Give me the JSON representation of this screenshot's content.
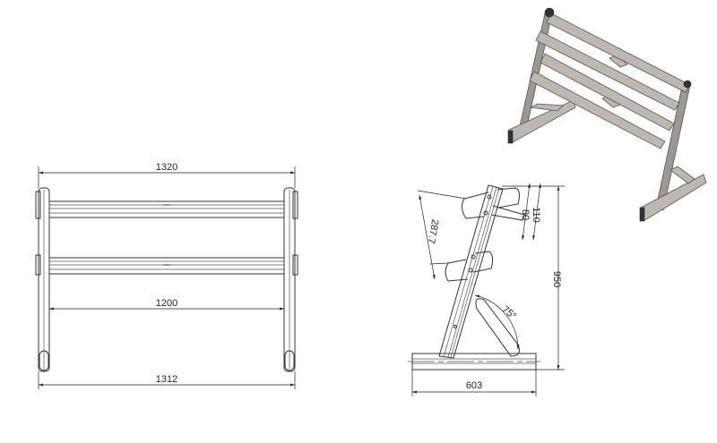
{
  "front_view": {
    "dims": {
      "overall_top": "1320",
      "inner": "1200",
      "overall_bottom": "1312"
    }
  },
  "side_view": {
    "dims": {
      "height": "950",
      "base": "603",
      "tier_spacing": "287.7",
      "arm_inner": "80",
      "arm_outer": "110",
      "angle": "75°"
    }
  },
  "colors": {
    "line": "#333333",
    "steel": "#bdb9b2"
  }
}
